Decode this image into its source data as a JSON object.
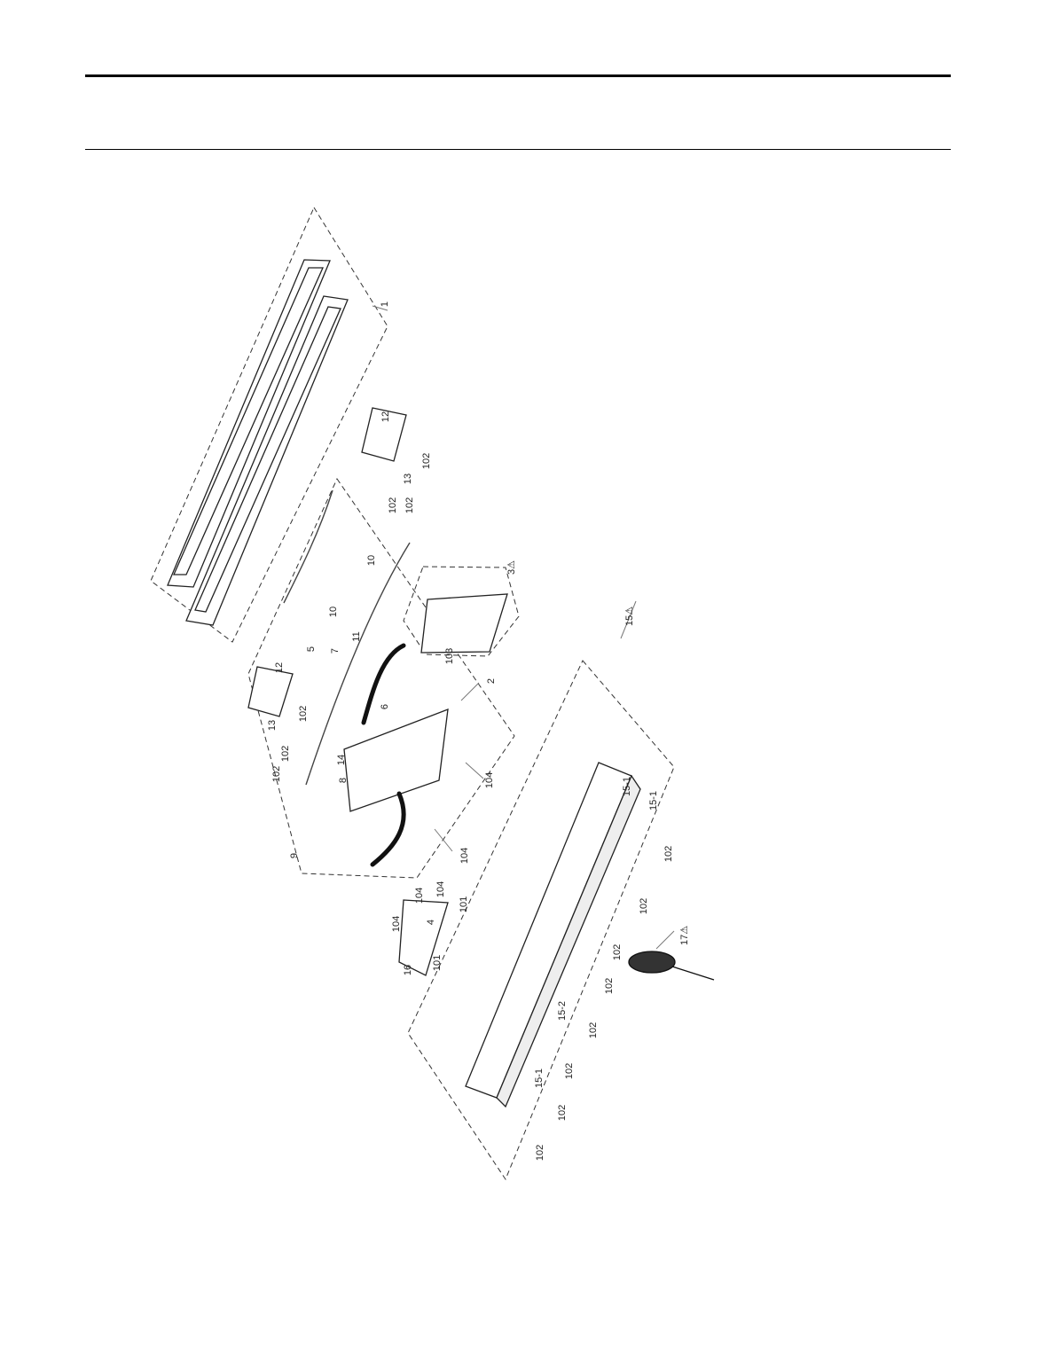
{
  "figure": {
    "callouts": [
      {
        "id": "c1",
        "text": "1"
      },
      {
        "id": "c2",
        "text": "2"
      },
      {
        "id": "c3",
        "text": "3⚠"
      },
      {
        "id": "c4",
        "text": "4"
      },
      {
        "id": "c5",
        "text": "5"
      },
      {
        "id": "c6",
        "text": "6"
      },
      {
        "id": "c7",
        "text": "7"
      },
      {
        "id": "c8",
        "text": "8"
      },
      {
        "id": "c9",
        "text": "9"
      },
      {
        "id": "c10a",
        "text": "10"
      },
      {
        "id": "c10b",
        "text": "10"
      },
      {
        "id": "c11",
        "text": "11"
      },
      {
        "id": "c12a",
        "text": "12"
      },
      {
        "id": "c12b",
        "text": "12"
      },
      {
        "id": "c13a",
        "text": "13"
      },
      {
        "id": "c13b",
        "text": "13"
      },
      {
        "id": "c14",
        "text": "14"
      },
      {
        "id": "c15",
        "text": "15⚠"
      },
      {
        "id": "c15_1a",
        "text": "15-1"
      },
      {
        "id": "c15_1b",
        "text": "15-1"
      },
      {
        "id": "c15_1c",
        "text": "15-1"
      },
      {
        "id": "c15_2",
        "text": "15-2"
      },
      {
        "id": "c16",
        "text": "16"
      },
      {
        "id": "c17",
        "text": "17⚠"
      },
      {
        "id": "c101a",
        "text": "101"
      },
      {
        "id": "c101b",
        "text": "101"
      },
      {
        "id": "c102a",
        "text": "102"
      },
      {
        "id": "c102b",
        "text": "102"
      },
      {
        "id": "c102c",
        "text": "102"
      },
      {
        "id": "c102d",
        "text": "102"
      },
      {
        "id": "c102e",
        "text": "102"
      },
      {
        "id": "c102f",
        "text": "102"
      },
      {
        "id": "c102g",
        "text": "102"
      },
      {
        "id": "c102h",
        "text": "102"
      },
      {
        "id": "c102i",
        "text": "102"
      },
      {
        "id": "c102j",
        "text": "102"
      },
      {
        "id": "c102k",
        "text": "102"
      },
      {
        "id": "c102l",
        "text": "102"
      },
      {
        "id": "c102m",
        "text": "102"
      },
      {
        "id": "c102n",
        "text": "102"
      },
      {
        "id": "c103",
        "text": "103"
      },
      {
        "id": "c104a",
        "text": "104"
      },
      {
        "id": "c104b",
        "text": "104"
      },
      {
        "id": "c104c",
        "text": "104"
      },
      {
        "id": "c104d",
        "text": "104"
      },
      {
        "id": "c104e",
        "text": "104"
      }
    ]
  }
}
